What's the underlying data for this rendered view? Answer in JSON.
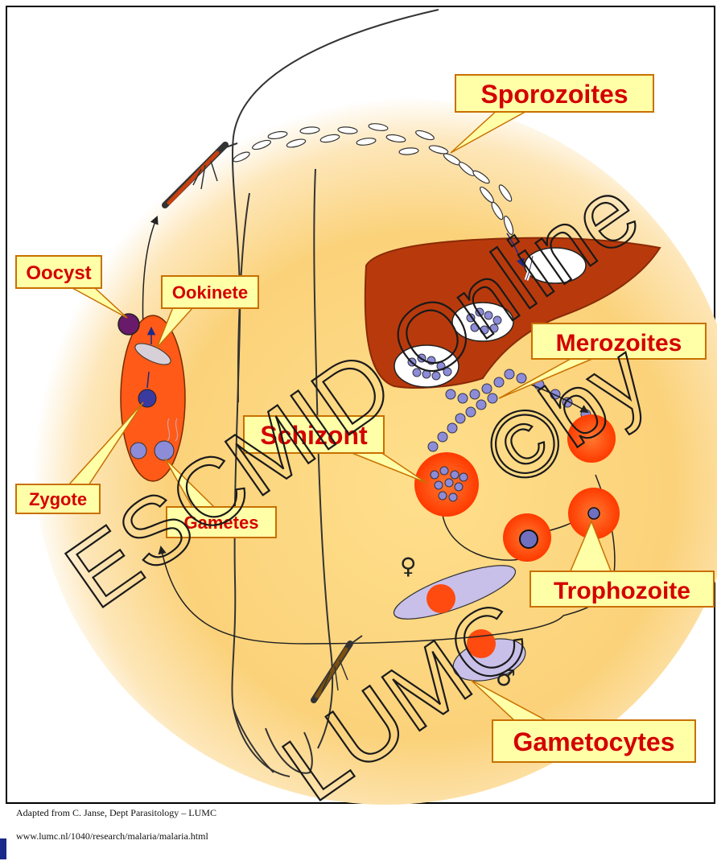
{
  "labels": {
    "sporozoites": "Sporozoites",
    "oocyst": "Oocyst",
    "ookinete": "Ookinete",
    "merozoites": "Merozoites",
    "schizont": "Schizont",
    "zygote": "Zygote",
    "gametes": "Gametes",
    "trophozoite": "Trophozoite",
    "gametocytes": "Gametocytes"
  },
  "symbols": {
    "female": "♀",
    "male": "♂"
  },
  "watermarks": {
    "line1": "ESCMID Online",
    "line2": "©by",
    "line3": "LUMC"
  },
  "credits": {
    "line1": "Adapted from C. Janse, Dept Parasitology – LUMC",
    "line2": "www.lumc.nl/1040/research/malaria/malaria.html"
  },
  "colors": {
    "callout_fill": "#ffffa8",
    "callout_border": "#c87000",
    "label_text": "#d40000",
    "glow": "#f8c050",
    "liver": "#b83a0c",
    "red_cell": "#ff4a10",
    "gut": "#ff5a18",
    "parasite": "#8c8cd8"
  }
}
